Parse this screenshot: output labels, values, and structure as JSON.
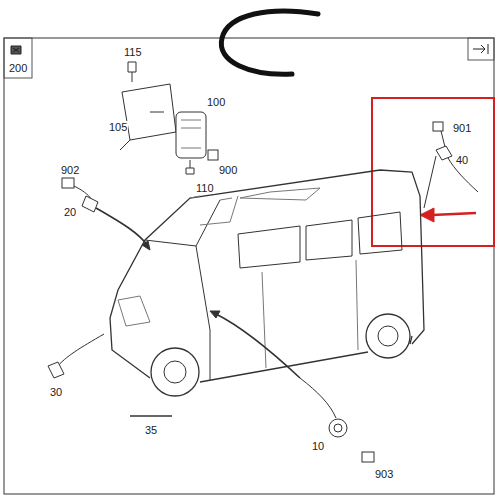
{
  "diagram": {
    "labels": [
      "115",
      "200",
      "100",
      "105",
      "900",
      "110",
      "902",
      "901",
      "40",
      "20",
      "30",
      "35",
      "10",
      "903"
    ]
  }
}
